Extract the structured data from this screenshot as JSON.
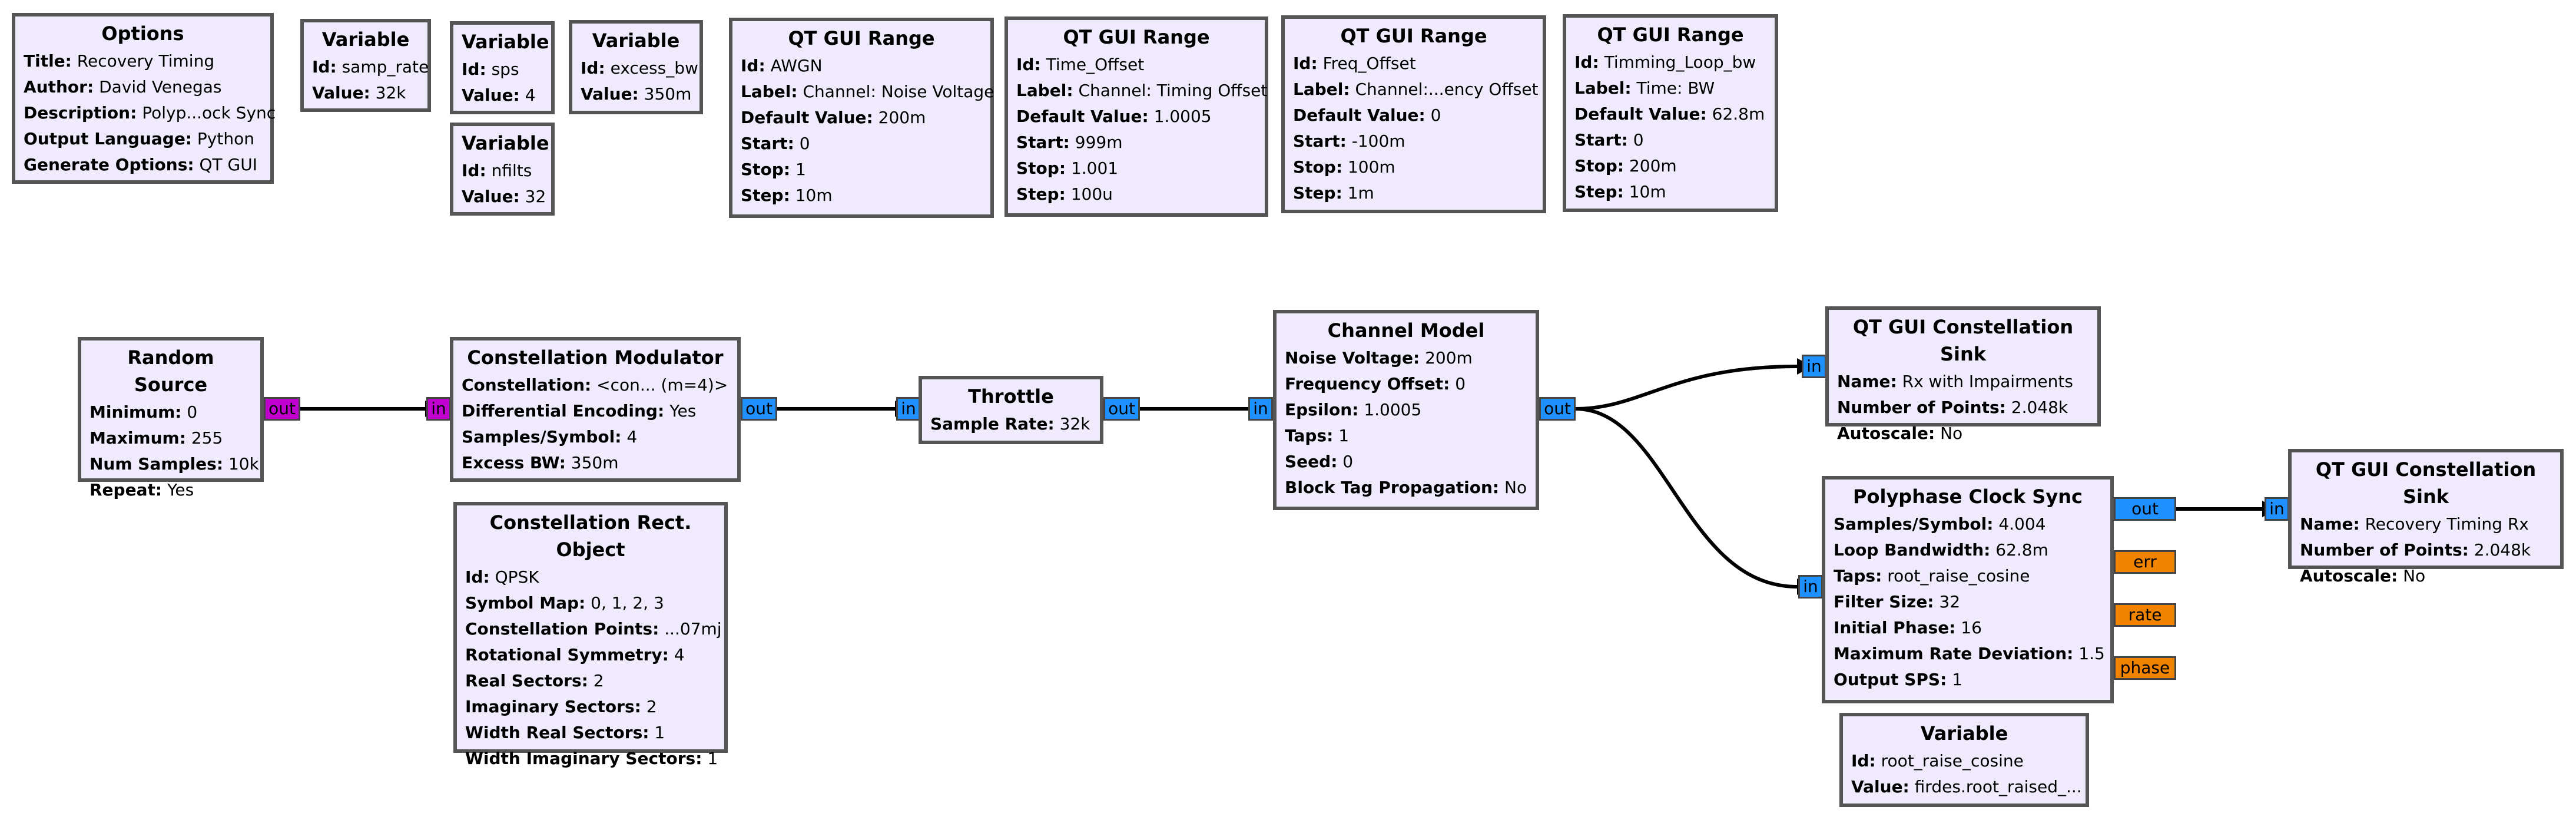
{
  "colors": {
    "block_fill": "#efebfc",
    "block_border": "#555555",
    "port_byte": "#c000d0",
    "port_complex": "#1e90ff",
    "port_float": "#f08300",
    "wire": "#000000"
  },
  "blocks": {
    "options": {
      "title": "Options",
      "rows": [
        {
          "label": "Title:",
          "value": "Recovery Timing"
        },
        {
          "label": "Author:",
          "value": "David Venegas"
        },
        {
          "label": "Description:",
          "value": "Polyp...ock Sync"
        },
        {
          "label": "Output Language:",
          "value": "Python"
        },
        {
          "label": "Generate Options:",
          "value": "QT GUI"
        }
      ]
    },
    "var_samp_rate": {
      "title": "Variable",
      "rows": [
        {
          "label": "Id:",
          "value": "samp_rate"
        },
        {
          "label": "Value:",
          "value": "32k"
        }
      ]
    },
    "var_sps": {
      "title": "Variable",
      "rows": [
        {
          "label": "Id:",
          "value": "sps"
        },
        {
          "label": "Value:",
          "value": "4"
        }
      ]
    },
    "var_excess_bw": {
      "title": "Variable",
      "rows": [
        {
          "label": "Id:",
          "value": "excess_bw"
        },
        {
          "label": "Value:",
          "value": "350m"
        }
      ]
    },
    "var_nfilts": {
      "title": "Variable",
      "rows": [
        {
          "label": "Id:",
          "value": "nfilts"
        },
        {
          "label": "Value:",
          "value": "32"
        }
      ]
    },
    "range_awgn": {
      "title": "QT GUI Range",
      "rows": [
        {
          "label": "Id:",
          "value": "AWGN"
        },
        {
          "label": "Label:",
          "value": "Channel: Noise Voltage"
        },
        {
          "label": "Default Value:",
          "value": "200m"
        },
        {
          "label": "Start:",
          "value": "0"
        },
        {
          "label": "Stop:",
          "value": "1"
        },
        {
          "label": "Step:",
          "value": "10m"
        }
      ]
    },
    "range_time_offset": {
      "title": "QT GUI Range",
      "rows": [
        {
          "label": "Id:",
          "value": "Time_Offset"
        },
        {
          "label": "Label:",
          "value": "Channel: Timing Offset"
        },
        {
          "label": "Default Value:",
          "value": "1.0005"
        },
        {
          "label": "Start:",
          "value": "999m"
        },
        {
          "label": "Stop:",
          "value": "1.001"
        },
        {
          "label": "Step:",
          "value": "100u"
        }
      ]
    },
    "range_freq_offset": {
      "title": "QT GUI Range",
      "rows": [
        {
          "label": "Id:",
          "value": "Freq_Offset"
        },
        {
          "label": "Label:",
          "value": "Channel:...ency Offset"
        },
        {
          "label": "Default Value:",
          "value": "0"
        },
        {
          "label": "Start:",
          "value": "-100m"
        },
        {
          "label": "Stop:",
          "value": "100m"
        },
        {
          "label": "Step:",
          "value": "1m"
        }
      ]
    },
    "range_timing_loop": {
      "title": "QT GUI Range",
      "rows": [
        {
          "label": "Id:",
          "value": "Timming_Loop_bw"
        },
        {
          "label": "Label:",
          "value": "Time: BW"
        },
        {
          "label": "Default Value:",
          "value": "62.8m"
        },
        {
          "label": "Start:",
          "value": "0"
        },
        {
          "label": "Stop:",
          "value": "200m"
        },
        {
          "label": "Step:",
          "value": "10m"
        }
      ]
    },
    "random_source": {
      "title": "Random Source",
      "rows": [
        {
          "label": "Minimum:",
          "value": "0"
        },
        {
          "label": "Maximum:",
          "value": "255"
        },
        {
          "label": "Num Samples:",
          "value": "10k"
        },
        {
          "label": "Repeat:",
          "value": "Yes"
        }
      ]
    },
    "const_mod": {
      "title": "Constellation Modulator",
      "rows": [
        {
          "label": "Constellation:",
          "value": "<con... (m=4)>"
        },
        {
          "label": "Differential Encoding:",
          "value": "Yes"
        },
        {
          "label": "Samples/Symbol:",
          "value": "4"
        },
        {
          "label": "Excess BW:",
          "value": "350m"
        }
      ]
    },
    "const_rect": {
      "title": "Constellation Rect. Object",
      "rows": [
        {
          "label": "Id:",
          "value": "QPSK"
        },
        {
          "label": "Symbol Map:",
          "value": "0, 1, 2, 3"
        },
        {
          "label": "Constellation Points:",
          "value": "...07mj"
        },
        {
          "label": "Rotational Symmetry:",
          "value": "4"
        },
        {
          "label": "Real Sectors:",
          "value": "2"
        },
        {
          "label": "Imaginary Sectors:",
          "value": "2"
        },
        {
          "label": "Width Real Sectors:",
          "value": "1"
        },
        {
          "label": "Width Imaginary Sectors:",
          "value": "1"
        }
      ]
    },
    "throttle": {
      "title": "Throttle",
      "rows": [
        {
          "label": "Sample Rate:",
          "value": "32k"
        }
      ]
    },
    "channel_model": {
      "title": "Channel Model",
      "rows": [
        {
          "label": "Noise Voltage:",
          "value": "200m"
        },
        {
          "label": "Frequency Offset:",
          "value": "0"
        },
        {
          "label": "Epsilon:",
          "value": "1.0005"
        },
        {
          "label": "Taps:",
          "value": "1"
        },
        {
          "label": "Seed:",
          "value": "0"
        },
        {
          "label": "Block Tag Propagation:",
          "value": "No"
        }
      ]
    },
    "const_sink_rx": {
      "title": "QT GUI Constellation Sink",
      "rows": [
        {
          "label": "Name:",
          "value": "Rx with Impairments"
        },
        {
          "label": "Number of Points:",
          "value": "2.048k"
        },
        {
          "label": "Autoscale:",
          "value": "No"
        }
      ]
    },
    "pfb_clock_sync": {
      "title": "Polyphase Clock Sync",
      "rows": [
        {
          "label": "Samples/Symbol:",
          "value": "4.004"
        },
        {
          "label": "Loop Bandwidth:",
          "value": "62.8m"
        },
        {
          "label": "Taps:",
          "value": "root_raise_cosine"
        },
        {
          "label": "Filter Size:",
          "value": "32"
        },
        {
          "label": "Initial Phase:",
          "value": "16"
        },
        {
          "label": "Maximum Rate Deviation:",
          "value": "1.5"
        },
        {
          "label": "Output SPS:",
          "value": "1"
        }
      ]
    },
    "var_rrc": {
      "title": "Variable",
      "rows": [
        {
          "label": "Id:",
          "value": "root_raise_cosine"
        },
        {
          "label": "Value:",
          "value": "firdes.root_raised_..."
        }
      ]
    },
    "const_sink_recovery": {
      "title": "QT GUI Constellation Sink",
      "rows": [
        {
          "label": "Name:",
          "value": "Recovery Timing Rx"
        },
        {
          "label": "Number of Points:",
          "value": "2.048k"
        },
        {
          "label": "Autoscale:",
          "value": "No"
        }
      ]
    }
  },
  "ports": {
    "random_source_out": "out",
    "const_mod_in": "in",
    "const_mod_out": "out",
    "throttle_in": "in",
    "throttle_out": "out",
    "channel_in": "in",
    "channel_out": "out",
    "sink_rx_in": "in",
    "pfb_in": "in",
    "pfb_out": "out",
    "pfb_err": "err",
    "pfb_rate": "rate",
    "pfb_phase": "phase",
    "sink_recovery_in": "in"
  }
}
